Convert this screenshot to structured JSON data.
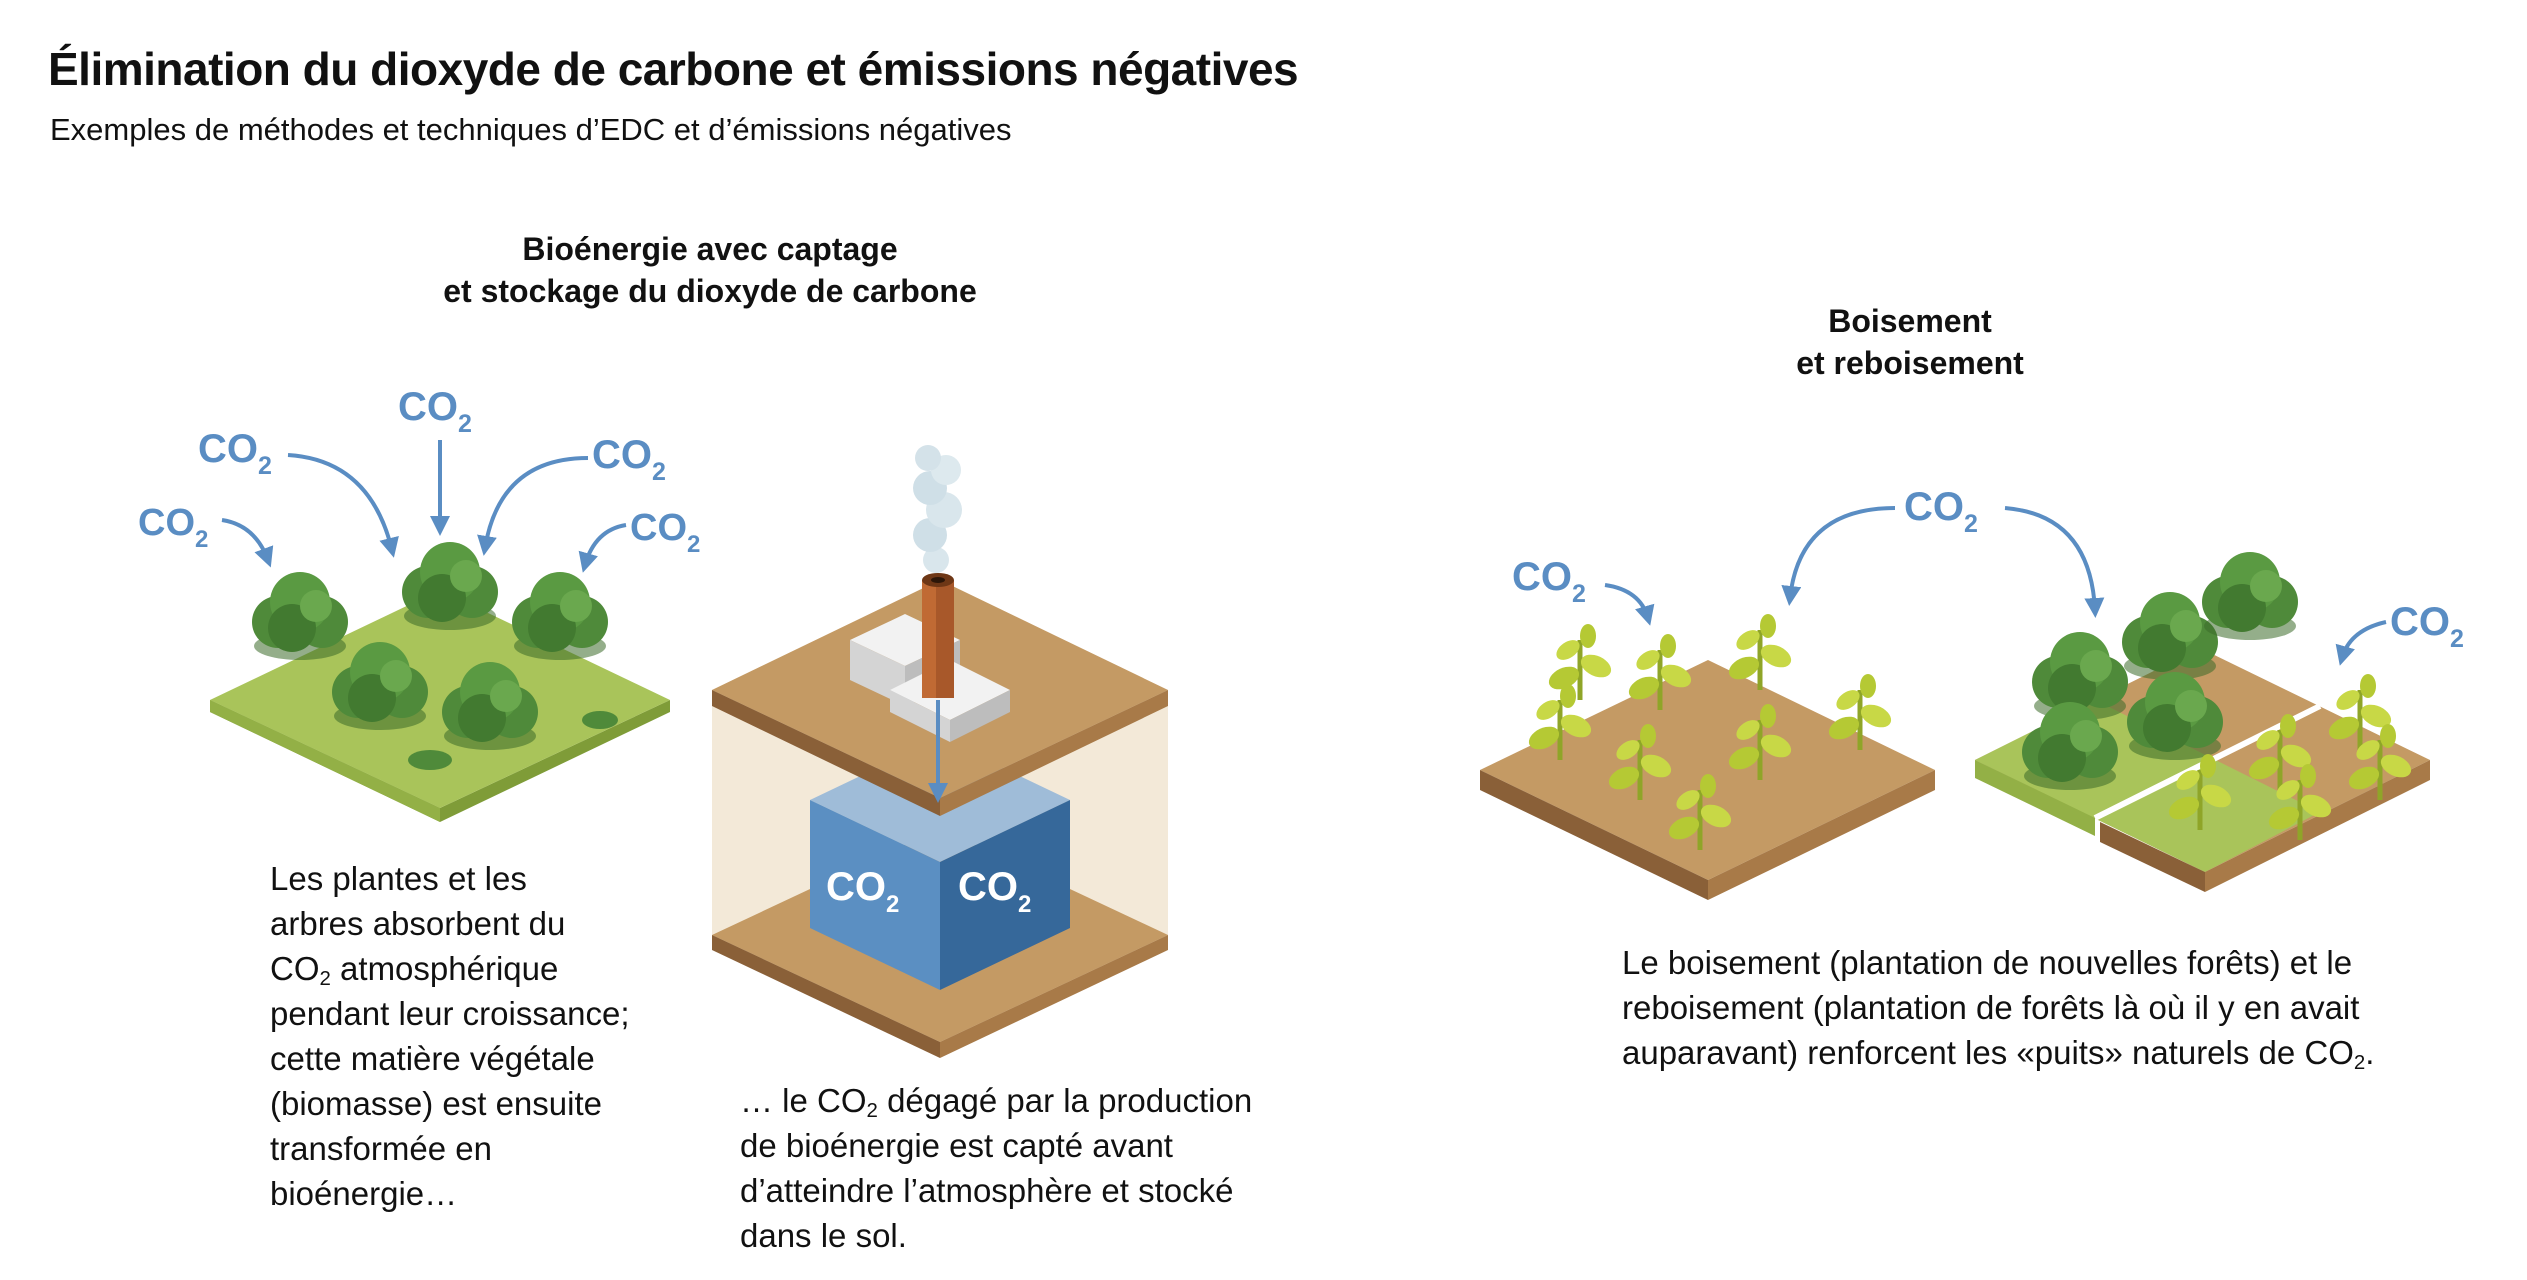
{
  "header": {
    "title": "Élimination du dioxyde de carbone et émissions négatives",
    "subtitle": "Exemples de méthodes et techniques d’EDC et d’émissions négatives"
  },
  "beccs": {
    "heading_line1": "Bioénergie avec captage",
    "heading_line2": "et stockage du dioxyde de carbone",
    "plants_text": {
      "l1": "Les plantes et les",
      "l2": "arbres absorbent du",
      "l3a": "CO",
      "l3sub": "2",
      "l3b": " atmosphérique",
      "l4": "pendant leur croissance;",
      "l5": "cette matière végétale",
      "l6": "(biomasse) est ensuite",
      "l7": "transformée en",
      "l8": "bioénergie…"
    },
    "storage_text": {
      "l1a": "… le CO",
      "l1sub": "2",
      "l1b": " dégagé par la production",
      "l2": "de bioénergie est capté avant",
      "l3": "d’atteindre l’atmosphère et stocké",
      "l4": "dans le sol."
    }
  },
  "afforestation": {
    "heading_line1": "Boisement",
    "heading_line2": "et reboisement",
    "text": {
      "l1": "Le boisement (plantation de nouvelles forêts) et le",
      "l2": "reboisement (plantation de forêts là où il y en avait",
      "l3a": "auparavant) renforcent les «puits» naturels de CO",
      "l3sub": "2",
      "l3b": "."
    }
  },
  "labels": {
    "co2_main": "CO",
    "co2_sub": "2"
  },
  "colors": {
    "co2_blue": "#5a8dc3",
    "grass": "#a9c45a",
    "grass_dark": "#7f9c38",
    "tree": "#4f8a3a",
    "soil": "#c49a64",
    "soil_dark": "#8a6038",
    "storage_left": "#5b8fc2",
    "storage_right": "#36689a",
    "chimney": "#a8582a",
    "seedling": "#c2d43a"
  }
}
